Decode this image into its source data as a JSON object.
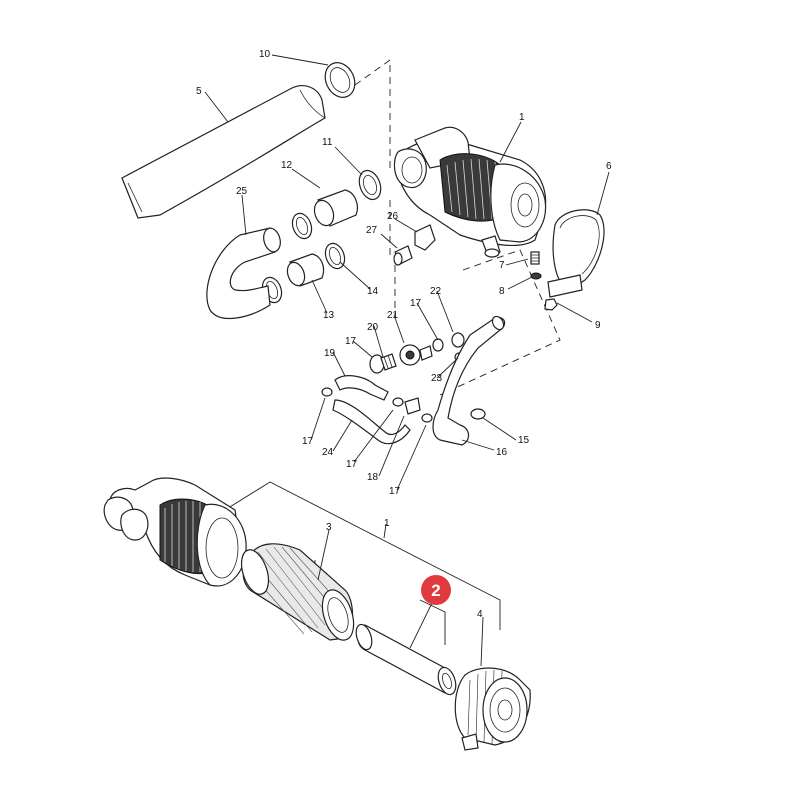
{
  "callouts": {
    "c1a": "1",
    "c1b": "1",
    "c3": "3",
    "c4": "4",
    "c5": "5",
    "c6": "6",
    "c7": "7",
    "c8": "8",
    "c9": "9",
    "c10": "10",
    "c11": "11",
    "c12": "12",
    "c13": "13",
    "c14": "14",
    "c15": "15",
    "c16": "16",
    "c17a": "17",
    "c17b": "17",
    "c17c": "17",
    "c17d": "17",
    "c17e": "17",
    "c18": "18",
    "c19": "19",
    "c20": "20",
    "c21": "21",
    "c22": "22",
    "c23": "23",
    "c24": "24",
    "c25": "25",
    "c26": "26",
    "c27": "27"
  },
  "highlight_badge": {
    "label": "2",
    "color": "#e03a3e"
  }
}
